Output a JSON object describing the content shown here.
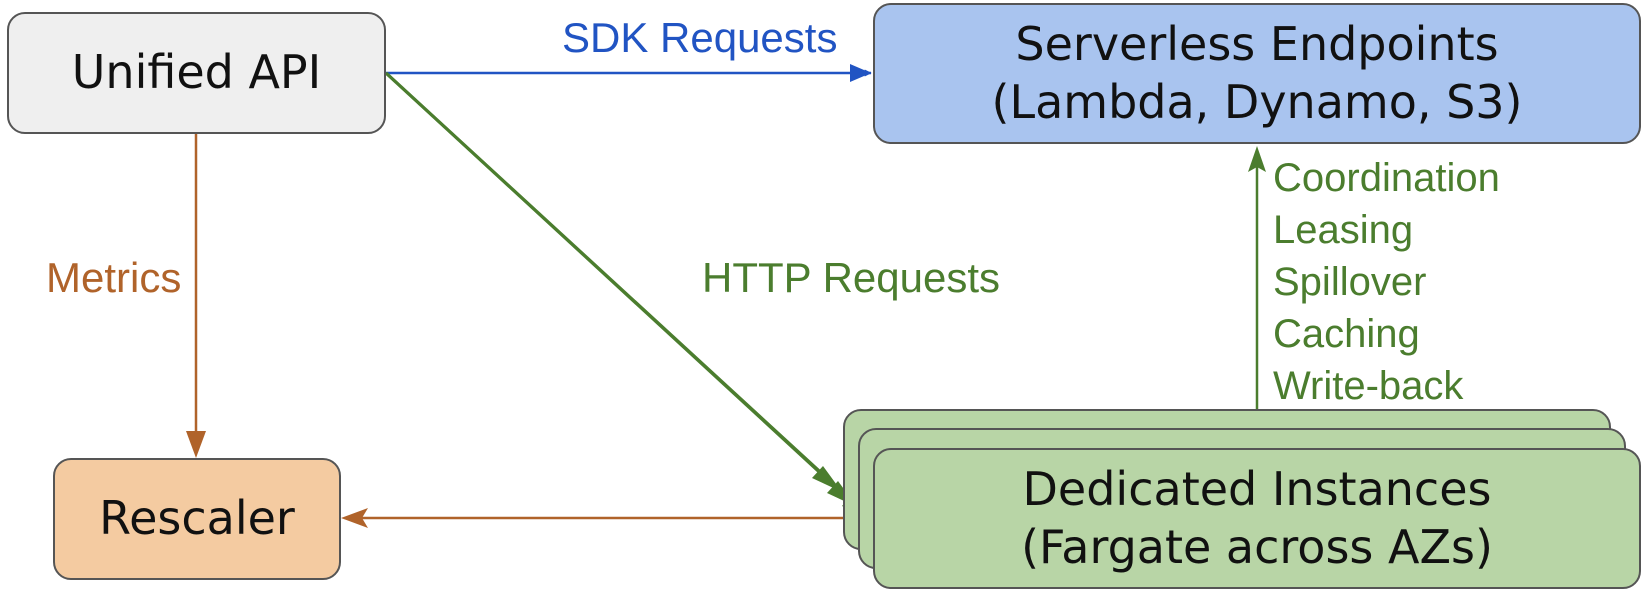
{
  "nodes": {
    "unified_api": {
      "label": "Unified API"
    },
    "serverless": {
      "line1": "Serverless Endpoints",
      "line2": "(Lambda, Dynamo, S3)"
    },
    "rescaler": {
      "label": "Rescaler"
    },
    "dedicated": {
      "line1": "Dedicated Instances",
      "line2": "(Fargate across AZs)"
    }
  },
  "edges": {
    "sdk_requests": "SDK Requests",
    "http_requests": "HTTP Requests",
    "metrics": "Metrics",
    "coordination": [
      "Coordination",
      "Leasing",
      "Spillover",
      "Caching",
      "Write-back"
    ]
  },
  "colors": {
    "unified_api_fill": "#efefef",
    "serverless_fill": "#a9c4ef",
    "rescaler_fill": "#f4cba1",
    "dedicated_fill": "#b8d5a6",
    "border": "#555555",
    "sdk_edge": "#2154c3",
    "http_edge": "#4b7d2e",
    "metrics_edge": "#b0632a"
  }
}
